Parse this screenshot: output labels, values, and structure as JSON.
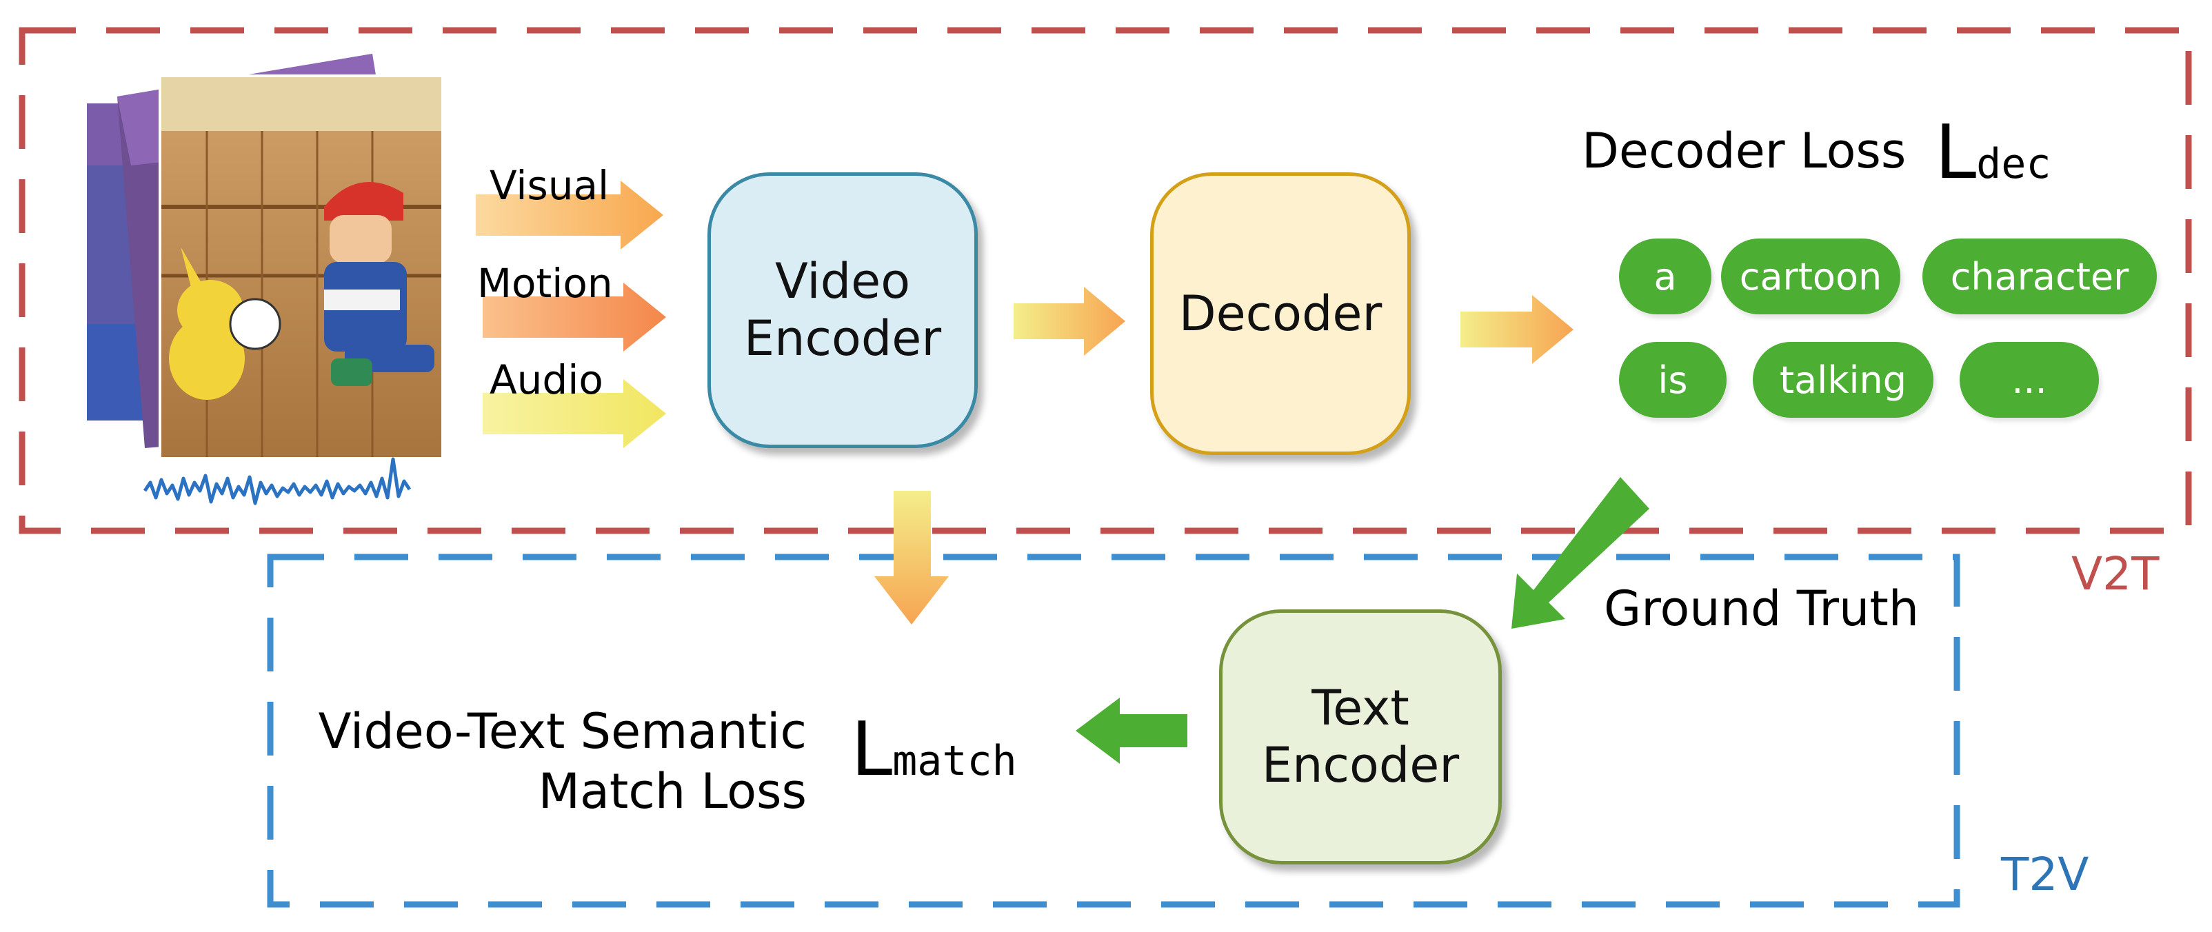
{
  "v2t_label": "V2T",
  "t2v_label": "T2V",
  "inputs": {
    "visual": "Visual",
    "motion": "Motion",
    "audio": "Audio"
  },
  "video_encoder": {
    "line1": "Video",
    "line2": "Encoder"
  },
  "decoder": {
    "label": "Decoder"
  },
  "text_encoder": {
    "line1": "Text",
    "line2": "Encoder"
  },
  "decoder_loss": {
    "label": "Decoder Loss",
    "symbol": "L",
    "subscript": "dec"
  },
  "caption_tokens": [
    "a",
    "cartoon",
    "character",
    "is",
    "talking",
    "..."
  ],
  "ground_truth": "Ground Truth",
  "match_loss": {
    "line1": "Video-Text Semantic",
    "line2": "Match Loss",
    "symbol": "L",
    "subscript": "match"
  },
  "colors": {
    "v2t_border": "#c0504d",
    "t2v_border": "#3f8fd0",
    "video_encoder_fill": "#daedf5",
    "video_encoder_border": "#3a8aa6",
    "decoder_fill": "#fdf1cf",
    "decoder_border": "#d4a017",
    "text_encoder_fill": "#e9f1da",
    "text_encoder_border": "#76933c",
    "token_green": "#4cae33",
    "waveform_blue": "#2b73c2"
  }
}
